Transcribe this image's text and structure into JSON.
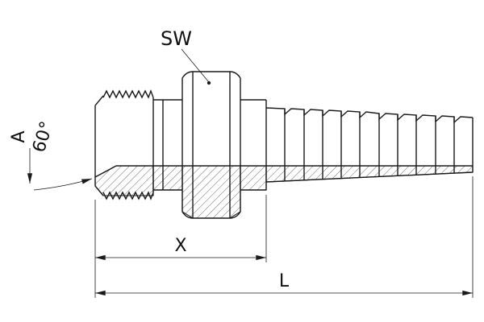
{
  "labels": {
    "wrench_size": "SW",
    "thread_size": "A",
    "cone_angle": "60°",
    "dim_x": "X",
    "dim_l": "L"
  },
  "colors": {
    "line": "#1a1a1a",
    "background": "#ffffff",
    "hatch": "#444444",
    "text": "#111111"
  }
}
